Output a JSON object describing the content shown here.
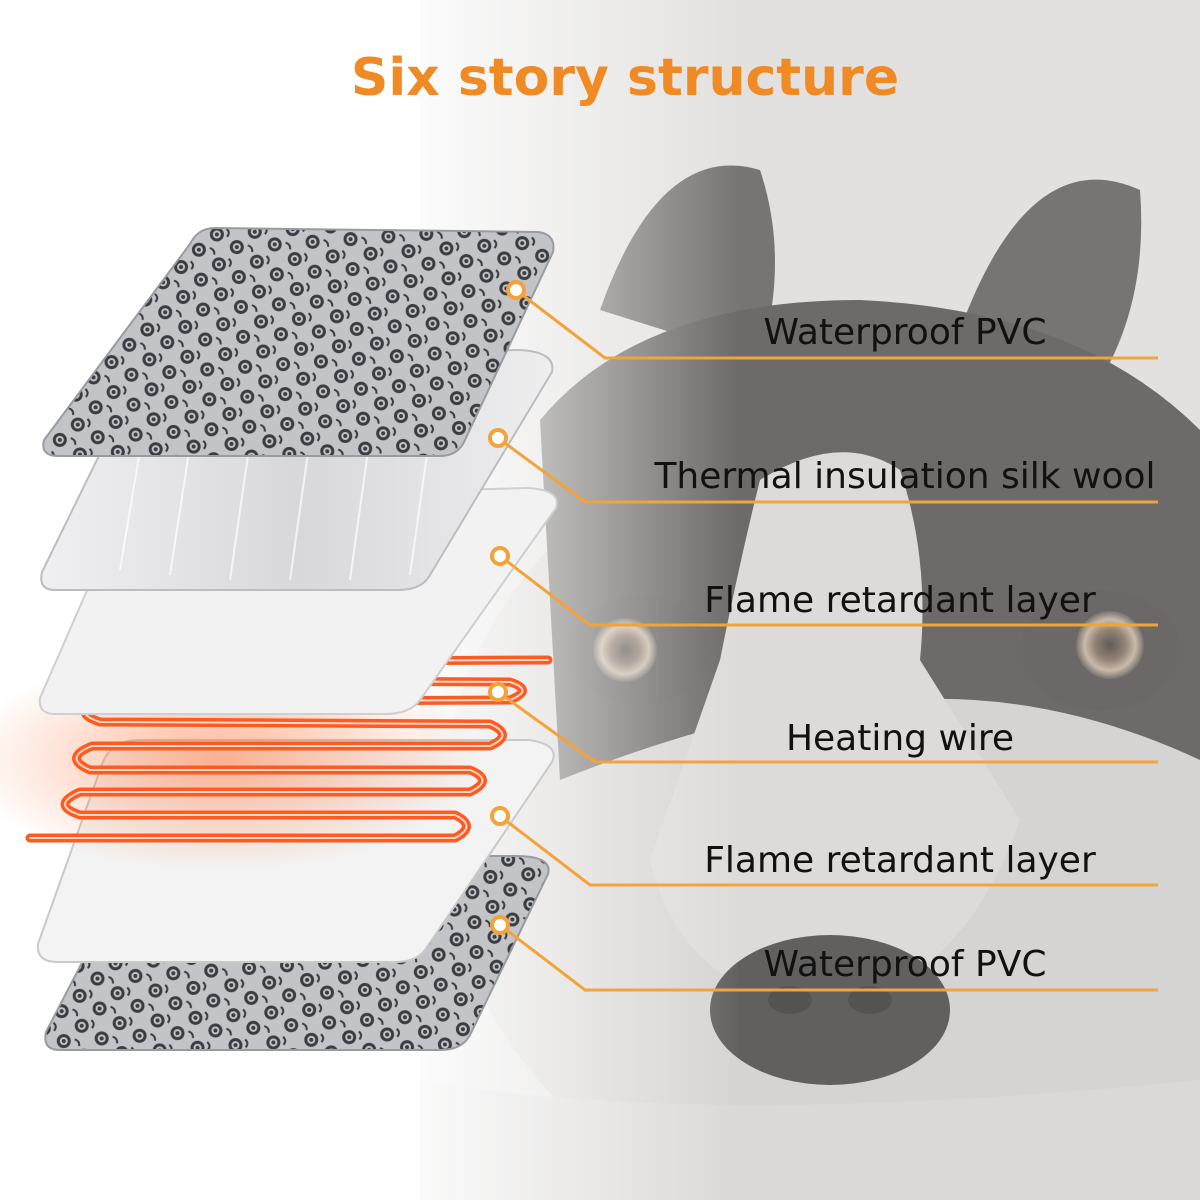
{
  "title": "Six story structure",
  "colors": {
    "title": "#f08a24",
    "leader": "#f2a33a",
    "heating": "#ff5a22",
    "pvc_light": "#c9c9cd",
    "pvc_dark": "#35373d",
    "silk": "#e8e8ea",
    "flame": "#efefef"
  },
  "layers": [
    {
      "label": "Waterproof PVC",
      "material": "patterned-pvc"
    },
    {
      "label": "Thermal insulation silk wool",
      "material": "silk-wool"
    },
    {
      "label": "Flame retardant layer",
      "material": "white-sheet"
    },
    {
      "label": "Heating wire",
      "material": "heating-coil"
    },
    {
      "label": "Flame retardant layer",
      "material": "white-sheet"
    },
    {
      "label": "Waterproof PVC",
      "material": "patterned-pvc"
    }
  ],
  "background": {
    "subject": "dog-photo"
  }
}
